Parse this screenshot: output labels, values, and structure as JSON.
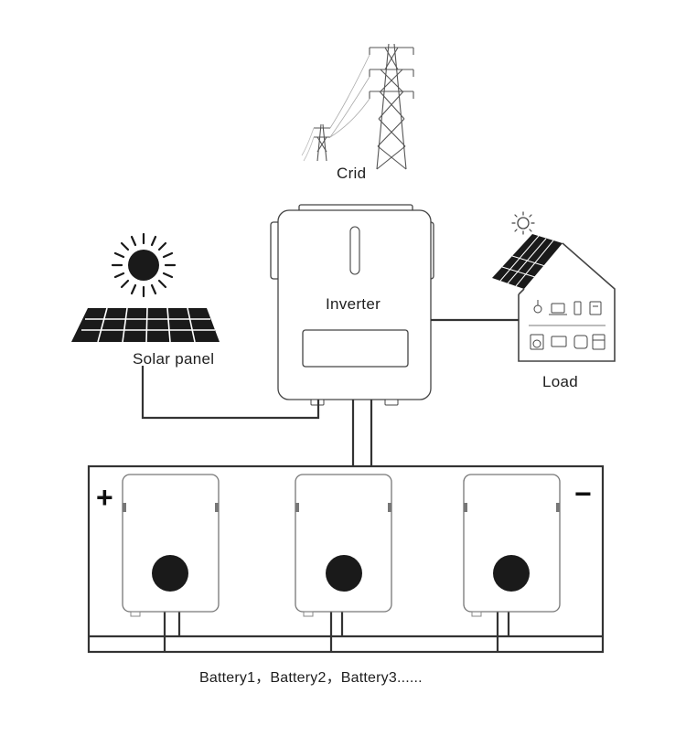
{
  "labels": {
    "grid": "Crid",
    "inverter": "Inverter",
    "solar_panel": "Solar panel",
    "load": "Load",
    "batteries": "Battery1，Battery2，Battery3......"
  },
  "terminals": {
    "positive": "+",
    "negative": "−"
  },
  "icons": {
    "tower": "transmission-tower-icon",
    "sun": "sun-icon",
    "panel": "solar-panel-icon",
    "house": "house-icon",
    "battery": "battery-icon"
  },
  "colors": {
    "line": "#333333",
    "outline": "#555555",
    "fill_dark": "#1a1a1a"
  }
}
